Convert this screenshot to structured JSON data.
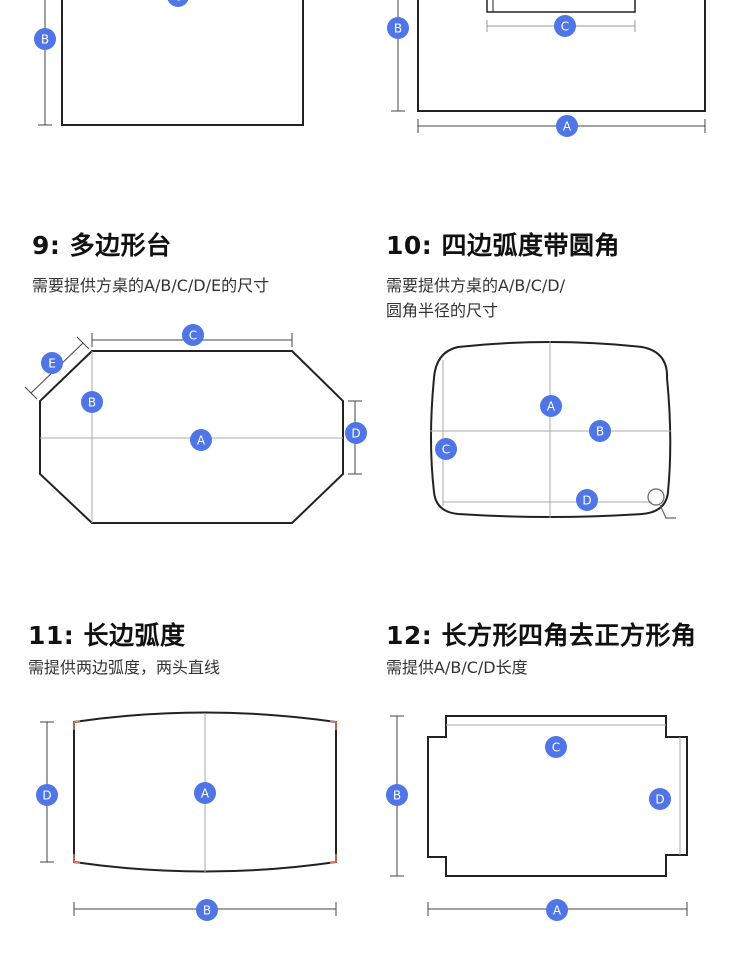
{
  "colors": {
    "badge": "#4f75e6",
    "outline": "#222222",
    "guide": "#9a9a9a",
    "corner_accent": "#e07a5f"
  },
  "sections": [
    {
      "id": "9",
      "title": "9: 多边形台",
      "desc_lines": [
        "需要提供方桌的A/B/C/D/E的尺寸"
      ]
    },
    {
      "id": "10",
      "title": "10: 四边弧度带圆角",
      "desc_lines": [
        "需要提供方桌的A/B/C/D/",
        "圆角半径的尺寸"
      ]
    },
    {
      "id": "11",
      "title": "11: 长边弧度",
      "desc_lines": [
        "需提供两边弧度，两头直线"
      ]
    },
    {
      "id": "12",
      "title": "12: 长方形四角去正方形角",
      "desc_lines": [
        "需提供A/B/C/D长度"
      ]
    }
  ],
  "labels": {
    "prev_left": {
      "b": "B",
      "c": "C"
    },
    "prev_right": {
      "a": "A",
      "b": "B",
      "c": "C"
    },
    "d9": {
      "a": "A",
      "b": "B",
      "c": "C",
      "d": "D",
      "e": "E"
    },
    "d10": {
      "a": "A",
      "b": "B",
      "c": "C",
      "d": "D"
    },
    "d11": {
      "a": "A",
      "b": "B",
      "d": "D"
    },
    "d12": {
      "a": "A",
      "b": "B",
      "c": "C",
      "d": "D"
    }
  }
}
